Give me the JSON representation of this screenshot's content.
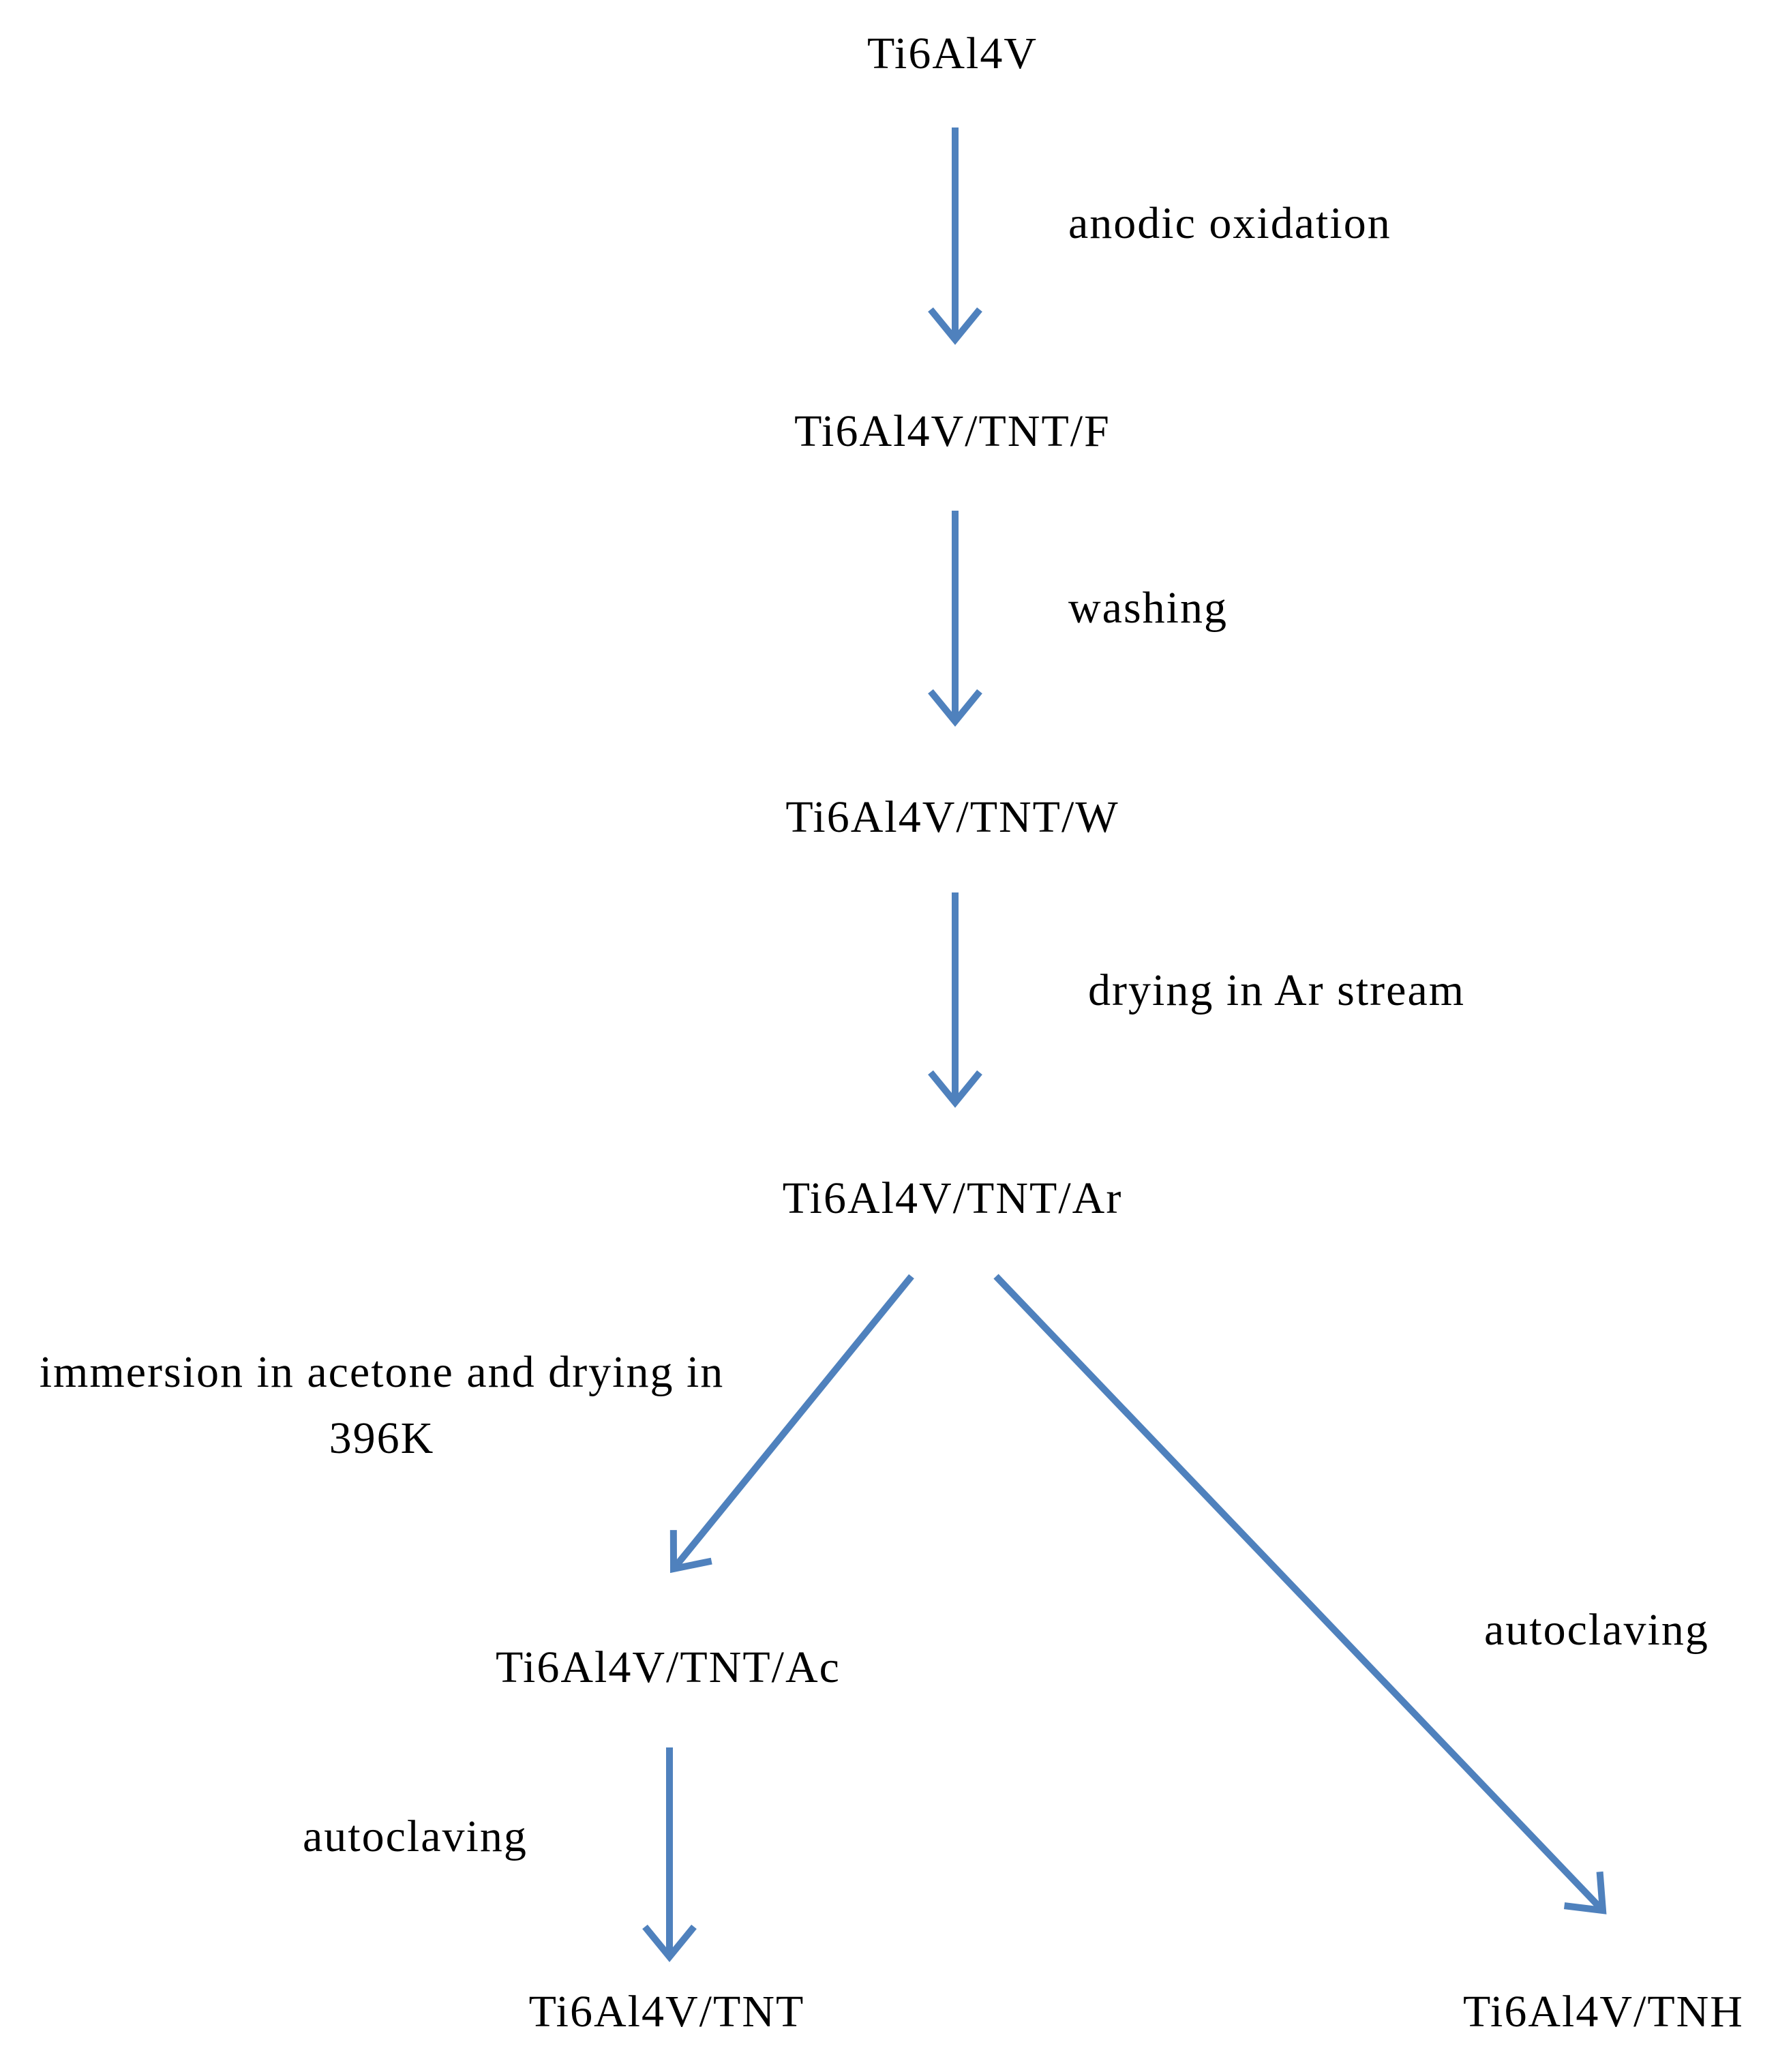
{
  "nodes": {
    "start": "Ti6Al4V",
    "tnt_f": "Ti6Al4V/TNT/F",
    "tnt_w": "Ti6Al4V/TNT/W",
    "tnt_ar": "Ti6Al4V/TNT/Ar",
    "tnt_ac": "Ti6Al4V/TNT/Ac",
    "tnt": "Ti6Al4V/TNT",
    "tnh": "Ti6Al4V/TNH"
  },
  "steps": {
    "anodic_oxidation": "anodic oxidation",
    "washing": "washing",
    "drying_ar": "drying in Ar stream",
    "immersion_line1": "immersion in acetone and drying in",
    "immersion_line2": "396K",
    "autoclaving_right": "autoclaving",
    "autoclaving_left": "autoclaving"
  },
  "colors": {
    "arrow": "#4F81BD",
    "text": "#000000",
    "background": "#FFFFFF"
  }
}
